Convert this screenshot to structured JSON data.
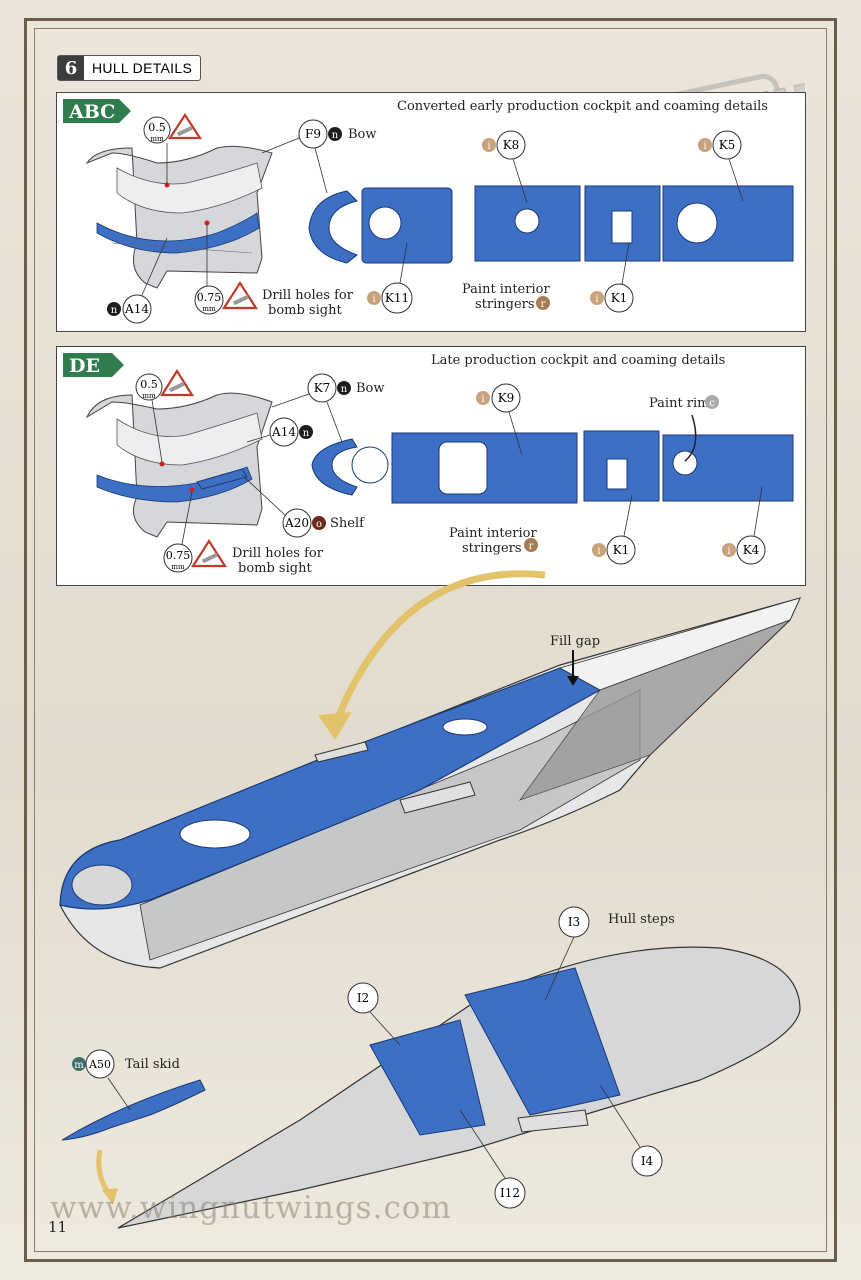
{
  "step": {
    "number": "6",
    "title": "HULL DETAILS"
  },
  "panel_abc": {
    "variant": "ABC",
    "caption": "Converted early production cockpit and coaming details",
    "drill1": {
      "size": "0.5",
      "unit": "mm"
    },
    "drill2": {
      "size": "0.75",
      "unit": "mm"
    },
    "drill_note": [
      "Drill holes for",
      "bomb sight"
    ],
    "parts": {
      "f9": {
        "id": "F9",
        "paint": "n",
        "note": "Bow"
      },
      "a14": {
        "id": "A14",
        "paint": "n"
      },
      "k8": {
        "id": "K8",
        "paint": "i"
      },
      "k5": {
        "id": "K5",
        "paint": "i"
      },
      "k11": {
        "id": "K11",
        "paint": "i"
      },
      "k1": {
        "id": "K1",
        "paint": "i"
      }
    },
    "stringers_note": [
      "Paint interior",
      "stringers"
    ],
    "stringers_paint": "r"
  },
  "panel_de": {
    "variant": "DE",
    "caption": "Late production cockpit and coaming details",
    "drill1": {
      "size": "0.5",
      "unit": "mm"
    },
    "drill2": {
      "size": "0.75",
      "unit": "mm"
    },
    "drill_note": [
      "Drill holes for",
      "bomb sight"
    ],
    "parts": {
      "k7": {
        "id": "K7",
        "paint": "n",
        "note": "Bow"
      },
      "a14": {
        "id": "A14",
        "paint": "n"
      },
      "a20": {
        "id": "A20",
        "paint": "o",
        "note": "Shelf"
      },
      "k9": {
        "id": "K9",
        "paint": "i"
      },
      "k1": {
        "id": "K1",
        "paint": "i"
      },
      "k4": {
        "id": "K4",
        "paint": "i"
      }
    },
    "rim_note": "Paint rim",
    "rim_paint": "c",
    "stringers_note": [
      "Paint interior",
      "stringers"
    ],
    "stringers_paint": "r"
  },
  "main": {
    "fill_gap": "Fill gap",
    "hull_steps": "Hull steps",
    "tail_skid": {
      "id": "A50",
      "paint": "m",
      "note": "Tail skid"
    },
    "steps": {
      "i2": "I2",
      "i3": "I3",
      "i4": "I4",
      "i12": "I12"
    }
  },
  "watermark_logo": "WINGNUT WINGS",
  "watermark_url": "www.wingnutwings.com",
  "page_number": "11",
  "colors": {
    "part_blue": "#3d6fc4",
    "hull_grey": "#cfd0d2",
    "accent_green": "#2f7d4f",
    "paint_i": "#c8a27c",
    "paint_n": "#1e1e1e",
    "paint_r": "#a67c52",
    "paint_o": "#6b2a1a",
    "paint_c": "#a9a9a9",
    "paint_m": "#3e6f66"
  }
}
